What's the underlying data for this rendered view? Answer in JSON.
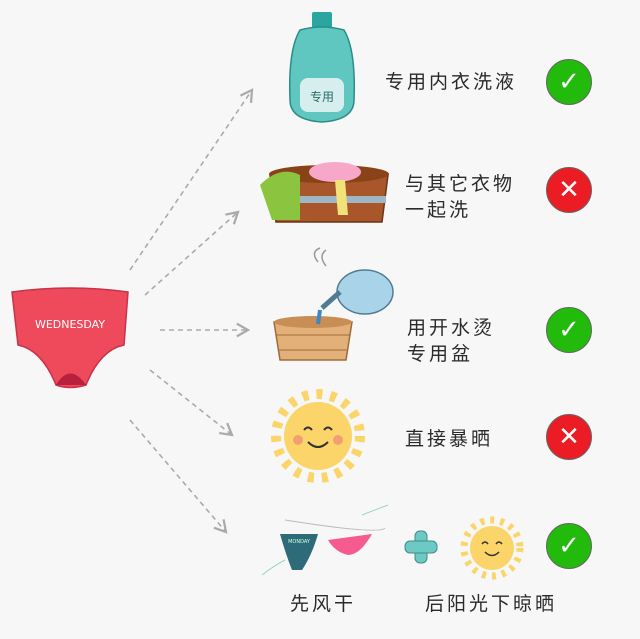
{
  "center_item": {
    "label": "WEDNESDAY"
  },
  "items": [
    {
      "text": [
        "专用内衣洗液"
      ],
      "verdict": "correct",
      "icon": "detergent-bottle-icon",
      "icon_label": "专用"
    },
    {
      "text": [
        "与其它衣物",
        "一起洗"
      ],
      "verdict": "wrong",
      "icon": "laundry-tub-icon"
    },
    {
      "text": [
        "用开水烫",
        "专用盆"
      ],
      "verdict": "correct",
      "icon": "kettle-and-basin-icon"
    },
    {
      "text": [
        "直接暴晒"
      ],
      "verdict": "wrong",
      "icon": "sun-icon"
    },
    {
      "text": [
        "先风干",
        "后阳光下晾晒"
      ],
      "verdict": "correct",
      "icon": "air-dry-plus-sun-icon",
      "underwear_label": "MONDAY"
    }
  ],
  "symbols": {
    "correct": "✓",
    "wrong": "✕",
    "plus": "+"
  },
  "colors": {
    "correct": "#22bb0c",
    "wrong": "#ec1c24",
    "underwear": "#ee4a5c",
    "plus": "#6cc9c4",
    "sun": "#fbd56a"
  }
}
